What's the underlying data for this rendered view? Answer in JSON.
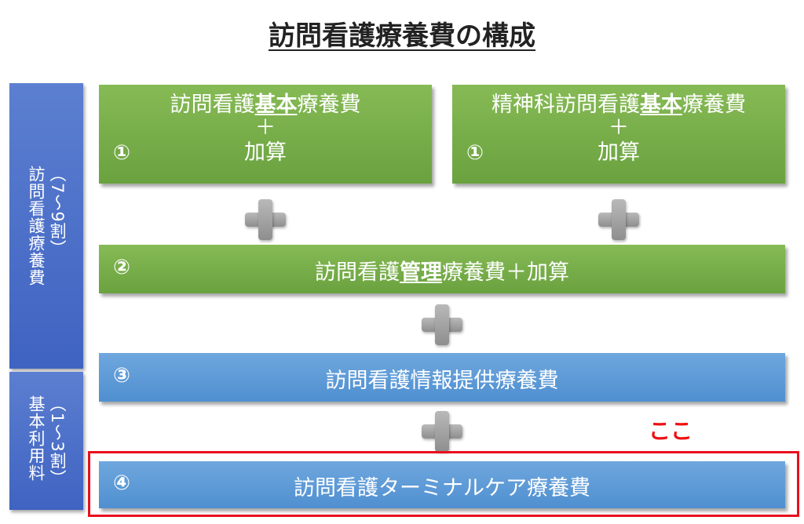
{
  "title": "訪問看護療養費の構成",
  "sidebar": {
    "main": {
      "label": "訪問看護療養費",
      "ratio": "（7～9割）"
    },
    "sub": {
      "label": "基本利用料",
      "ratio": "（1～3割）"
    }
  },
  "boxes": {
    "b1_left": {
      "num": "①",
      "pre": "訪問看護",
      "em": "基本",
      "post": "療養費",
      "plus": "＋",
      "line3": "加算"
    },
    "b1_right": {
      "num": "①",
      "pre": "精神科訪問看護",
      "em": "基本",
      "post": "療養費",
      "plus": "＋",
      "line3": "加算"
    },
    "b2": {
      "num": "②",
      "pre": "訪問看護",
      "em": "管理",
      "post": "療養費＋加算"
    },
    "b3": {
      "num": "③",
      "text": "訪問看護情報提供療養費"
    },
    "b4": {
      "num": "④",
      "text": "訪問看護ターミナルケア療養費"
    }
  },
  "annotation": {
    "text": "ここ"
  },
  "colors": {
    "green": "#76ad48",
    "blue": "#5b9bd5",
    "sidebar": "#4a6fc8",
    "highlight": "#e8101c"
  }
}
